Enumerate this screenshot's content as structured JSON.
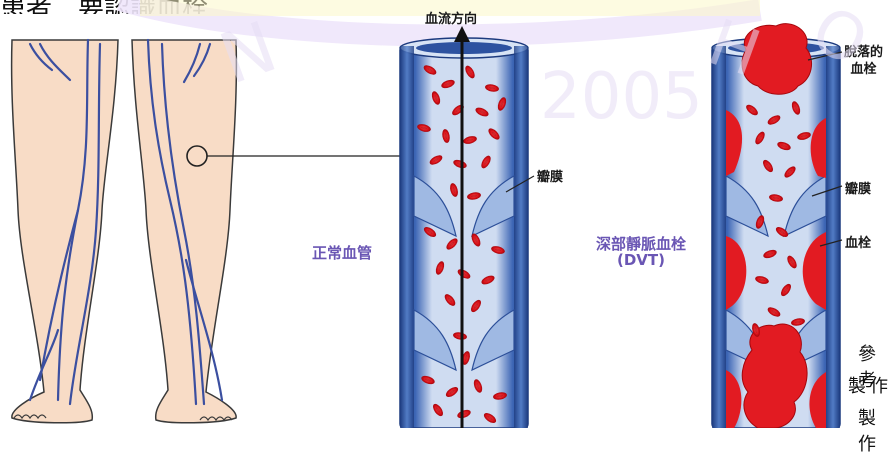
{
  "title_partial": "患者…要認識血栓",
  "flow_label": "血流方向",
  "normal_vessel_label": "正常血管",
  "dvt_label_line1": "深部靜脈血栓",
  "dvt_label_line2": "(DVT)",
  "valve_label_normal": "瓣膜",
  "valve_label_dvt": "瓣膜",
  "clot_label": "血栓",
  "dislodged_clot_line1": "脫落的",
  "dislodged_clot_line2": "血栓",
  "watermark_chars": [
    "N",
    "2005",
    "H",
    "O"
  ],
  "reference_lines": [
    "參考",
    "製作",
    "製作"
  ],
  "colors": {
    "skin": "#f8dcc6",
    "vein": "#3b4fa0",
    "vessel_blue": "#2f5597",
    "vessel_light": "#b9cce8",
    "blood_red": "#e21b22",
    "label_purple": "#6a56b4",
    "watermark": "#e8e0f8"
  }
}
